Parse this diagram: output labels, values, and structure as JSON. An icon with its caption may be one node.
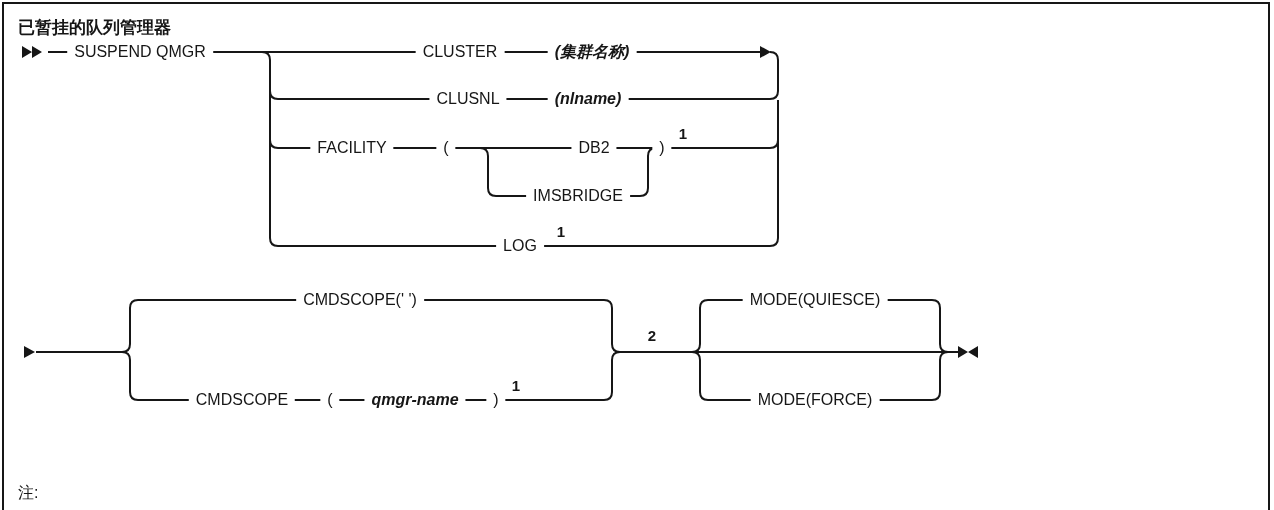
{
  "diagram": {
    "title": "已暂挂的队列管理器",
    "labels": [
      "SUSPEND QMGR",
      "CLUSTER",
      "(集群名称)",
      "CLUSNL",
      "(nlname)",
      "FACILITY",
      "(",
      "DB2",
      "IMSBRIDGE",
      ")",
      "1",
      "LOG",
      "1",
      "CMDSCOPE(' ')",
      "CMDSCOPE",
      "(",
      "qmgr-name",
      ")",
      "1",
      "2",
      "MODE(QUIESCE)",
      "MODE(FORCE)",
      "注:"
    ]
  }
}
